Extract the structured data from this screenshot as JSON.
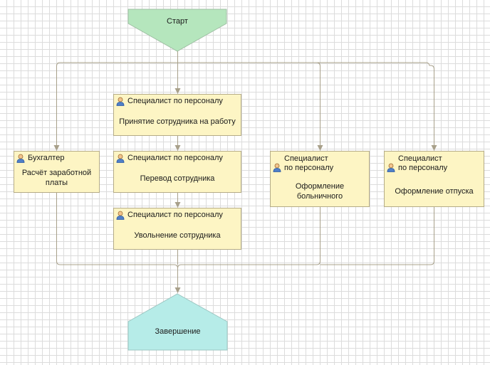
{
  "start": {
    "label": "Старт",
    "fill": "#b5e6bd"
  },
  "end": {
    "label": "Завершение",
    "fill": "#b6ece8"
  },
  "colors": {
    "node_fill": "#fdf5c4",
    "node_border": "#b4ab87",
    "connector": "#a8a08a"
  },
  "tasks": {
    "hire": {
      "role": "Специалист по персоналу",
      "action": "Принятие сотрудника на работу",
      "icon": "user-icon"
    },
    "transfer": {
      "role": "Специалист по персоналу",
      "action": "Перевод сотрудника",
      "icon": "user-icon"
    },
    "dismiss": {
      "role": "Специалист по персоналу",
      "action": "Увольнение сотрудника",
      "icon": "user-icon"
    },
    "salary": {
      "role": "Бухгалтер",
      "action_line1": "Расчёт заработной",
      "action_line2": "платы",
      "icon": "user-icon"
    },
    "sick": {
      "role_line1": "Специалист",
      "role_line2": "по персоналу",
      "action_line1": "Оформление",
      "action_line2": "больничного",
      "icon": "user-icon"
    },
    "vacation": {
      "role_line1": "Специалист",
      "role_line2": "по персоналу",
      "action": "Оформление отпуска",
      "icon": "user-icon"
    }
  }
}
